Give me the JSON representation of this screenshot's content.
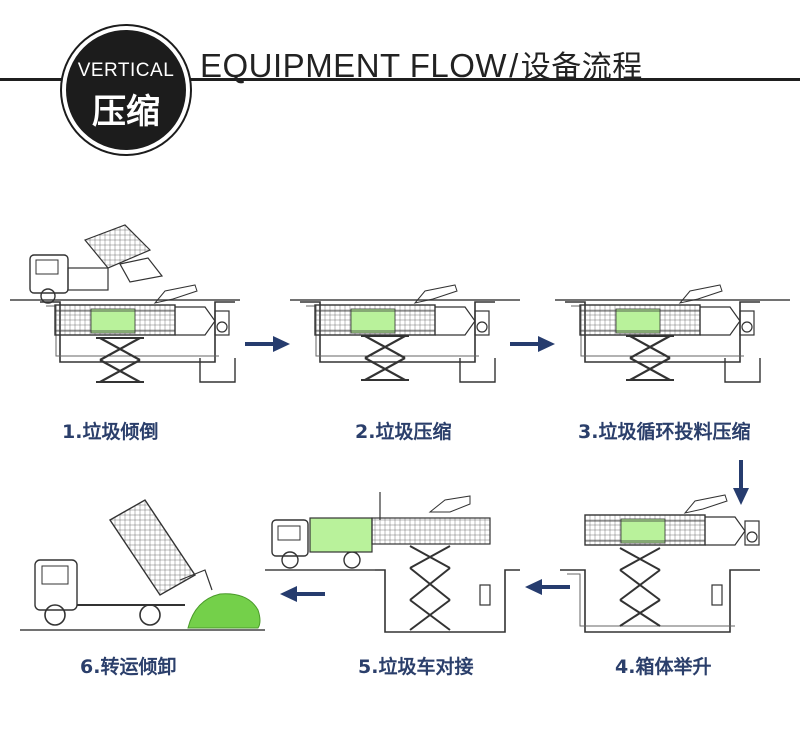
{
  "header": {
    "badge_top": "VERTICAL",
    "badge_bottom": "压缩",
    "title_en": "EQUIPMENT FLOW",
    "title_sep": "/",
    "title_cn": "设备流程"
  },
  "steps": [
    {
      "label": "1.垃圾倾倒"
    },
    {
      "label": "2.垃圾压缩"
    },
    {
      "label": "3.垃圾循环投料压缩"
    },
    {
      "label": "4.箱体举升"
    },
    {
      "label": "5.垃圾车对接"
    },
    {
      "label": "6.转运倾卸"
    }
  ],
  "colors": {
    "arrow": "#263c6e",
    "label": "#2b3f6b",
    "green_box": "#b9f29b",
    "waste": "#74d04a",
    "line": "#333333"
  }
}
